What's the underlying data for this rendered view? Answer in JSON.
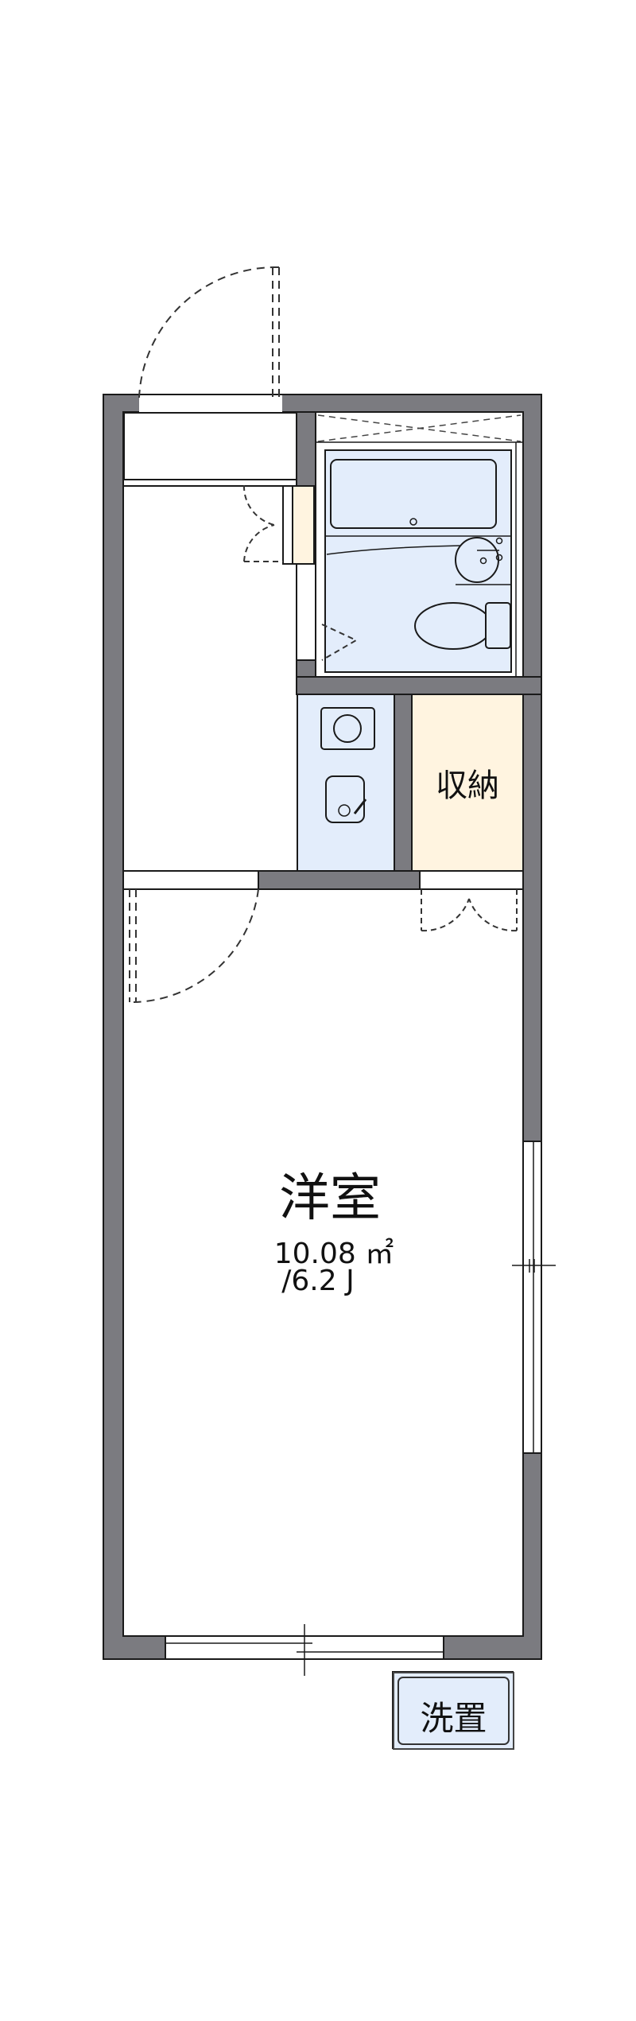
{
  "floorplan": {
    "rooms": {
      "western_room": {
        "name": "洋室",
        "area": "10.08 ㎡",
        "tatami": "/6.2 J"
      },
      "storage": {
        "name": "収納"
      },
      "washer_space": {
        "name": "洗置"
      }
    },
    "colors": {
      "wall": "#7b7b80",
      "wet_area": "#e3edfb",
      "storage_fill": "#fff4e0",
      "outline": "#1a1a1a",
      "background": "#ffffff"
    }
  }
}
